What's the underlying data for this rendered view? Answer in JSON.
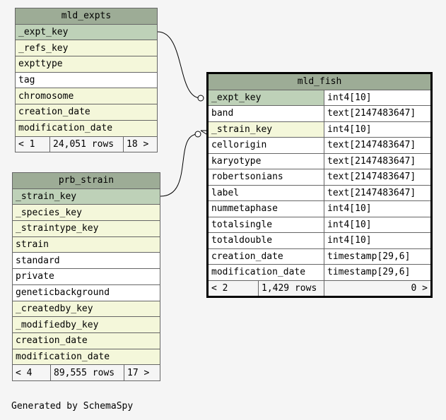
{
  "tables": {
    "mld_expts": {
      "name": "mld_expts",
      "columns": [
        {
          "name": "_expt_key",
          "kind": "pk"
        },
        {
          "name": "_refs_key",
          "kind": "fk"
        },
        {
          "name": "expttype",
          "kind": "fk"
        },
        {
          "name": "tag",
          "kind": "plain"
        },
        {
          "name": "chromosome",
          "kind": "fk"
        },
        {
          "name": "creation_date",
          "kind": "fk"
        },
        {
          "name": "modification_date",
          "kind": "fk"
        }
      ],
      "footer": {
        "parents": "< 1",
        "rows": "24,051 rows",
        "children": "18 >"
      }
    },
    "prb_strain": {
      "name": "prb_strain",
      "columns": [
        {
          "name": "_strain_key",
          "kind": "pk"
        },
        {
          "name": "_species_key",
          "kind": "fk"
        },
        {
          "name": "_straintype_key",
          "kind": "fk"
        },
        {
          "name": "strain",
          "kind": "fk"
        },
        {
          "name": "standard",
          "kind": "plain"
        },
        {
          "name": "private",
          "kind": "plain"
        },
        {
          "name": "geneticbackground",
          "kind": "plain"
        },
        {
          "name": "_createdby_key",
          "kind": "fk"
        },
        {
          "name": "_modifiedby_key",
          "kind": "fk"
        },
        {
          "name": "creation_date",
          "kind": "fk"
        },
        {
          "name": "modification_date",
          "kind": "fk"
        }
      ],
      "footer": {
        "parents": "< 4",
        "rows": "89,555 rows",
        "children": "17 >"
      }
    },
    "mld_fish": {
      "name": "mld_fish",
      "columns": [
        {
          "name": "_expt_key",
          "type": "int4[10]",
          "kind": "pk"
        },
        {
          "name": "band",
          "type": "text[2147483647]",
          "kind": "plain"
        },
        {
          "name": "_strain_key",
          "type": "int4[10]",
          "kind": "fk"
        },
        {
          "name": "cellorigin",
          "type": "text[2147483647]",
          "kind": "plain"
        },
        {
          "name": "karyotype",
          "type": "text[2147483647]",
          "kind": "plain"
        },
        {
          "name": "robertsonians",
          "type": "text[2147483647]",
          "kind": "plain"
        },
        {
          "name": "label",
          "type": "text[2147483647]",
          "kind": "plain"
        },
        {
          "name": "nummetaphase",
          "type": "int4[10]",
          "kind": "plain"
        },
        {
          "name": "totalsingle",
          "type": "int4[10]",
          "kind": "plain"
        },
        {
          "name": "totaldouble",
          "type": "int4[10]",
          "kind": "plain"
        },
        {
          "name": "creation_date",
          "type": "timestamp[29,6]",
          "kind": "plain"
        },
        {
          "name": "modification_date",
          "type": "timestamp[29,6]",
          "kind": "plain"
        }
      ],
      "footer": {
        "parents": "< 2",
        "rows": "1,429 rows",
        "children": "0 >"
      }
    }
  },
  "footer_note": "Generated by SchemaSpy",
  "colors": {
    "header": "#9dac96",
    "primary_key": "#bed1b8",
    "foreign_key": "#f4f7da"
  }
}
